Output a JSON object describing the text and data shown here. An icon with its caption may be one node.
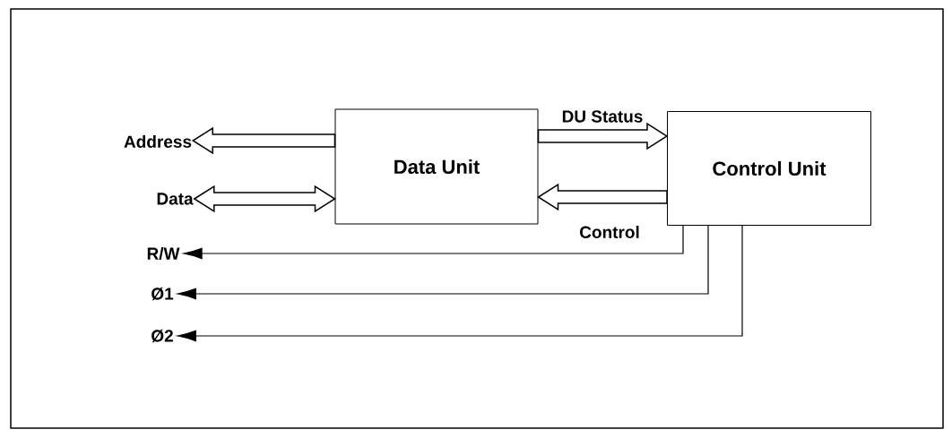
{
  "diagram": {
    "nodes": [
      {
        "text": [
          "Data Unit"
        ]
      },
      {
        "text": [
          "Control Unit"
        ]
      },
      {
        "text": [
          "Address"
        ]
      },
      {
        "text": [
          "Data"
        ]
      },
      {
        "text": [
          "R/W"
        ]
      },
      {
        "text": [
          "Ø1"
        ]
      },
      {
        "text": [
          "Ø2"
        ]
      }
    ],
    "edges": [
      {
        "from": 0,
        "to": 2,
        "arrow": "to",
        "style": "thick"
      },
      {
        "from": 3,
        "to": 0,
        "arrow": "both",
        "style": "thick"
      },
      {
        "from": 0,
        "to": 1,
        "arrow": "to",
        "style": "thick",
        "label": "DU Status"
      },
      {
        "from": 1,
        "to": 0,
        "arrow": "to",
        "style": "thick",
        "label": "Control"
      },
      {
        "from": 1,
        "to": 4,
        "arrow": "to"
      },
      {
        "from": 1,
        "to": 5,
        "arrow": "to"
      },
      {
        "from": 1,
        "to": 6,
        "arrow": "to"
      }
    ]
  }
}
